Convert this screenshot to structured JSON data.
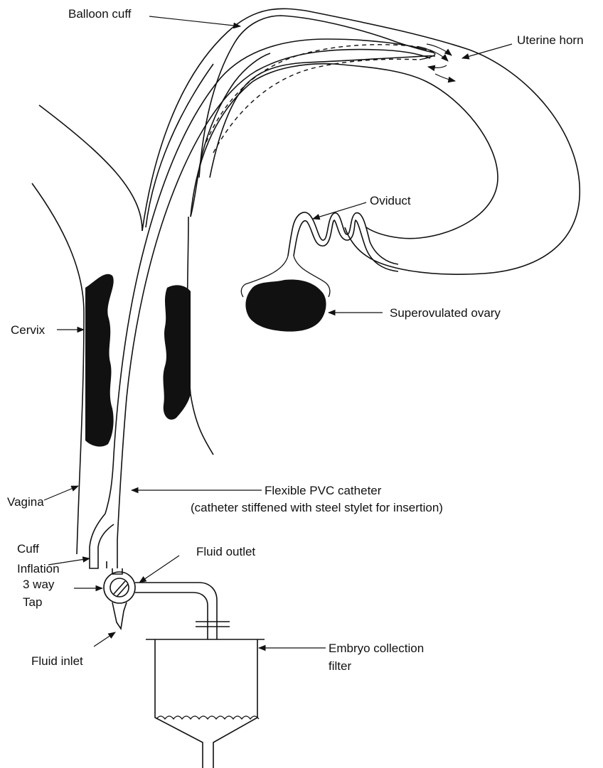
{
  "labels": {
    "balloon_cuff": "Balloon cuff",
    "uterine_horn": "Uterine horn",
    "oviduct": "Oviduct",
    "superovulated_ovary": "Superovulated ovary",
    "cervix": "Cervix",
    "vagina": "Vagina",
    "catheter_line1": "Flexible PVC catheter",
    "catheter_line2": "(catheter stiffened with steel stylet for insertion)",
    "cuff_inflation_line1": "Cuff",
    "cuff_inflation_line2": "Inflation",
    "fluid_outlet": "Fluid outlet",
    "tap_line1": "3 way",
    "tap_line2": "Tap",
    "fluid_inlet": "Fluid inlet",
    "filter_line1": "Embryo collection",
    "filter_line2": "filter"
  },
  "colors": {
    "ink": "#111111",
    "background": "#ffffff"
  }
}
